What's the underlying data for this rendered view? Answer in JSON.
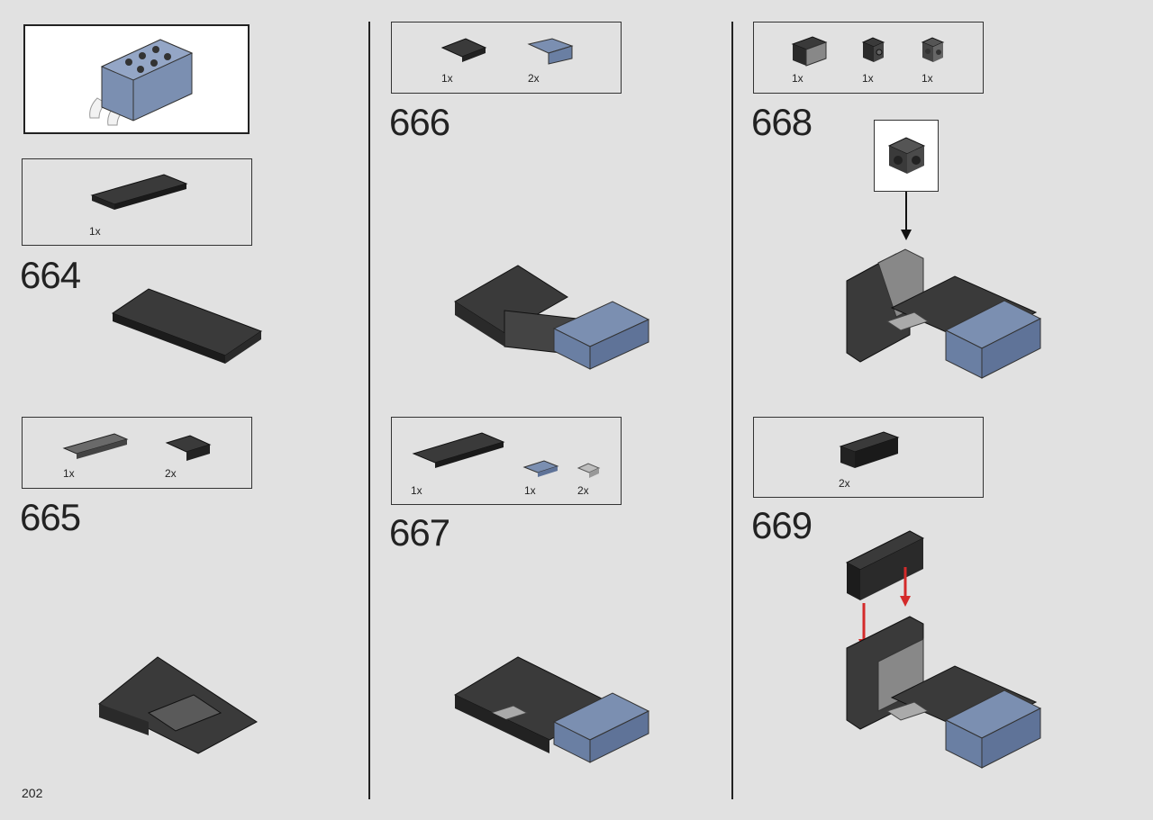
{
  "page_number": "202",
  "steps": [
    {
      "number": "664",
      "parts": [
        {
          "qty": "1x",
          "part": "black 2x6 plate"
        }
      ]
    },
    {
      "number": "665",
      "parts": [
        {
          "qty": "1x",
          "part": "dark grey 1x4 plate"
        },
        {
          "qty": "2x",
          "part": "black 2x2 bracket"
        }
      ]
    },
    {
      "number": "666",
      "parts": [
        {
          "qty": "1x",
          "part": "black 2x2 plate"
        },
        {
          "qty": "2x",
          "part": "blue bracket plate"
        }
      ]
    },
    {
      "number": "667",
      "parts": [
        {
          "qty": "1x",
          "part": "black 2x6 plate"
        },
        {
          "qty": "1x",
          "part": "blue 1x2 plate"
        },
        {
          "qty": "2x",
          "part": "light grey 1x1 tile"
        }
      ]
    },
    {
      "number": "668",
      "parts": [
        {
          "qty": "1x",
          "part": "grille brick"
        },
        {
          "qty": "1x",
          "part": "1x1 brick with stud"
        },
        {
          "qty": "1x",
          "part": "1x1 brick with studs"
        }
      ]
    },
    {
      "number": "669",
      "parts": [
        {
          "qty": "2x",
          "part": "black 1x4 brick"
        }
      ]
    }
  ],
  "colors": {
    "background": "#e1e1e1",
    "black_brick": "#2a2a2a",
    "dark_grey": "#5a5a5a",
    "blue_grey": "#7b8fb1",
    "arrow_red": "#d42a2a"
  }
}
